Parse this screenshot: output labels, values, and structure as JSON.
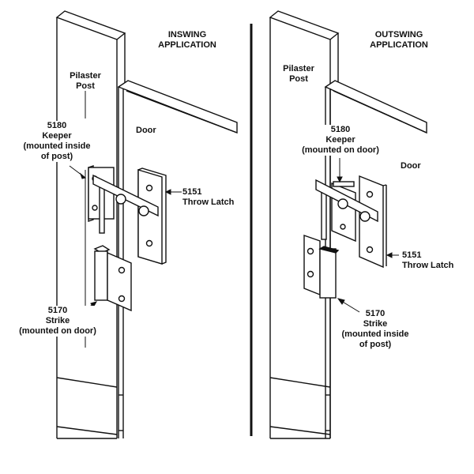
{
  "inswing": {
    "title_line1": "INSWING",
    "title_line2": "APPLICATION",
    "post_line1": "Pilaster",
    "post_line2": "Post",
    "door": "Door",
    "keeper": [
      "5180",
      "Keeper",
      "(mounted inside",
      "of post)"
    ],
    "latch": [
      "5151",
      "Throw Latch"
    ],
    "strike": [
      "5170",
      "Strike",
      "(mounted on door)"
    ]
  },
  "outswing": {
    "title_line1": "OUTSWING",
    "title_line2": "APPLICATION",
    "post_line1": "Pilaster",
    "post_line2": "Post",
    "door": "Door",
    "keeper": [
      "5180",
      "Keeper",
      "(mounted on door)"
    ],
    "latch": [
      "5151",
      "Throw Latch"
    ],
    "strike": [
      "5170",
      "Strike",
      "(mounted inside",
      "of post)"
    ]
  }
}
